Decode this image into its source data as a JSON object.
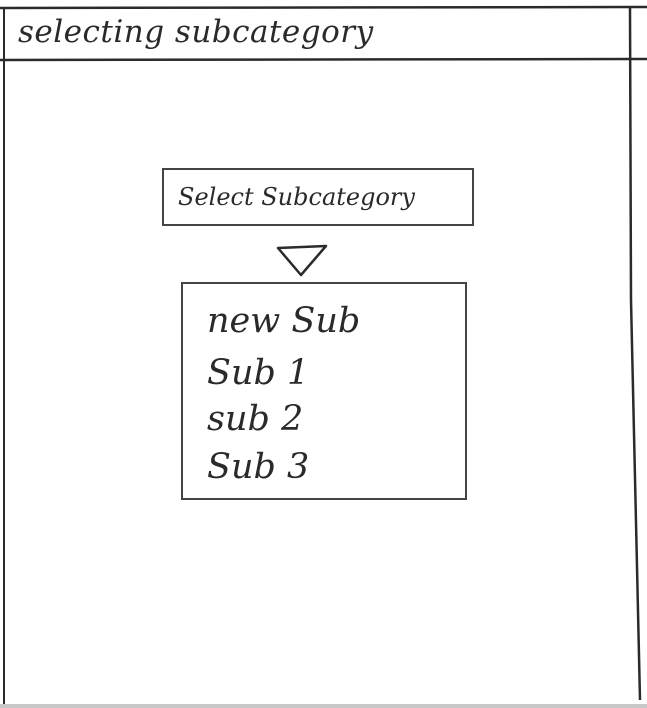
{
  "header": {
    "title": "selecting subcategory"
  },
  "dropdown": {
    "label": "Select Subcategory",
    "arrow_icon": "triangle-down-icon",
    "options": [
      "new Sub",
      "Sub 1",
      "sub 2",
      "Sub 3"
    ]
  },
  "colors": {
    "line": "#444444",
    "border": "#2b2b2b",
    "background": "#ffffff"
  }
}
